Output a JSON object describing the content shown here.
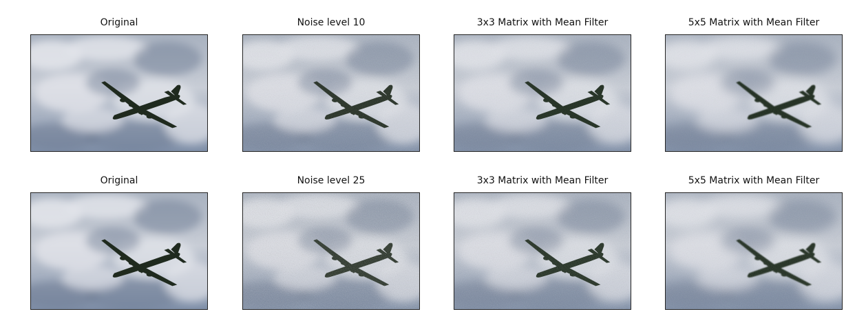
{
  "figure": {
    "rows": [
      {
        "panels": [
          {
            "title": "Original",
            "noise": 0.0,
            "blur": 0.0
          },
          {
            "title": "Noise level 10",
            "noise": 0.35,
            "blur": 0.0
          },
          {
            "title": "3x3 Matrix with Mean Filter",
            "noise": 0.15,
            "blur": 0.4
          },
          {
            "title": "5x5 Matrix with Mean Filter",
            "noise": 0.05,
            "blur": 0.8
          }
        ]
      },
      {
        "panels": [
          {
            "title": "Original",
            "noise": 0.0,
            "blur": 0.0
          },
          {
            "title": "Noise level 25",
            "noise": 0.8,
            "blur": 0.0
          },
          {
            "title": "3x3 Matrix with Mean Filter",
            "noise": 0.45,
            "blur": 0.4
          },
          {
            "title": "5x5 Matrix with Mean Filter",
            "noise": 0.25,
            "blur": 0.8
          }
        ]
      }
    ]
  },
  "colors": {
    "sky_top": "#a9b2c0",
    "sky_mid": "#c8cdd6",
    "sky_bottom": "#7f8fa8",
    "cloud_light": "#e2e4ea",
    "cloud_dark": "#6e7c94",
    "plane": "#1f2a1e"
  }
}
